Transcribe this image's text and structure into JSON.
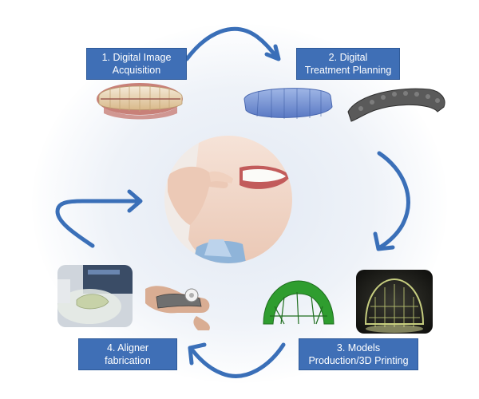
{
  "steps": [
    {
      "line1": "1. Digital Image",
      "line2": "Acquisition"
    },
    {
      "line1": "2. Digital",
      "line2": "Treatment Planning"
    },
    {
      "line1": "3. Models",
      "line2": "Production/3D Printing"
    },
    {
      "line1": "4. Aligner",
      "line2": "fabrication"
    }
  ],
  "colors": {
    "box": "#3f6fb6",
    "arrow": "#3a6fb8",
    "box_text": "#ffffff"
  },
  "icons": {
    "step1": "dental-scan-image",
    "step2": "digital-aligner-models",
    "center": "smiling-woman-inserting-aligner",
    "step3": "3d-printed-dental-models",
    "step4": "aligner-fabrication-photos"
  }
}
